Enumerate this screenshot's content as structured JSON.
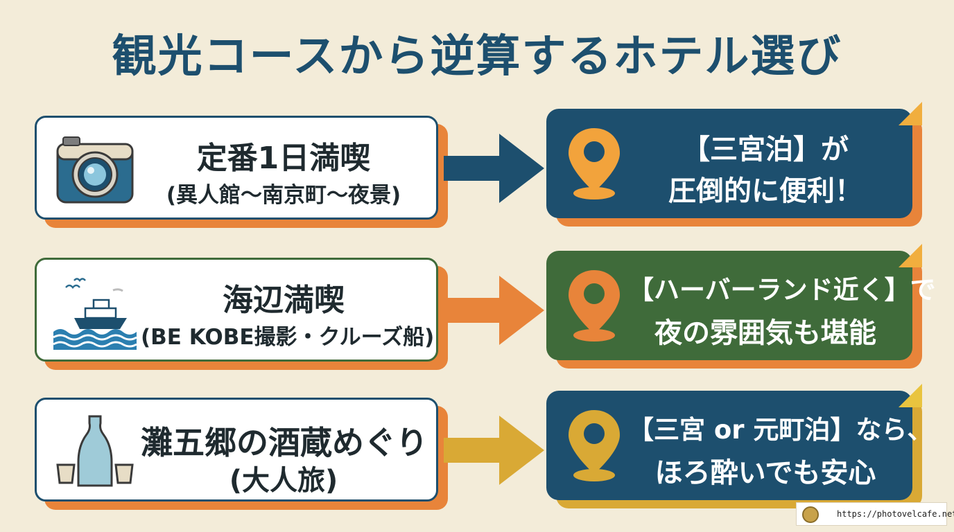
{
  "title": "観光コースから逆算するホテル選び",
  "rows": [
    {
      "left": {
        "main": "定番1日満喫",
        "sub": "(異人館〜南京町〜夜景)",
        "icon": "camera-icon"
      },
      "right": {
        "line1": "【三宮泊】が",
        "line2": "圧倒的に便利！"
      }
    },
    {
      "left": {
        "main": "海辺満喫",
        "sub": "(BE KOBE撮影・クルーズ船)",
        "icon": "cruise-ship-icon"
      },
      "right": {
        "line1": "【ハーバーランド近く】で",
        "line2": "夜の雰囲気も堪能"
      }
    },
    {
      "left": {
        "main": "灘五郷の酒蔵めぐり",
        "sub": "(大人旅)",
        "icon": "sake-bottle-icon"
      },
      "right": {
        "line1": "【三宮 or 元町泊】なら、",
        "line2": "ほろ酔いでも安心"
      }
    }
  ],
  "footer": {
    "url": "https://photovelcafe.net/"
  },
  "colors": {
    "navy": "#1d4f6e",
    "green": "#3f6b3a",
    "orange": "#e8843a",
    "mustard": "#d9a935",
    "background": "#f3ecd9"
  }
}
